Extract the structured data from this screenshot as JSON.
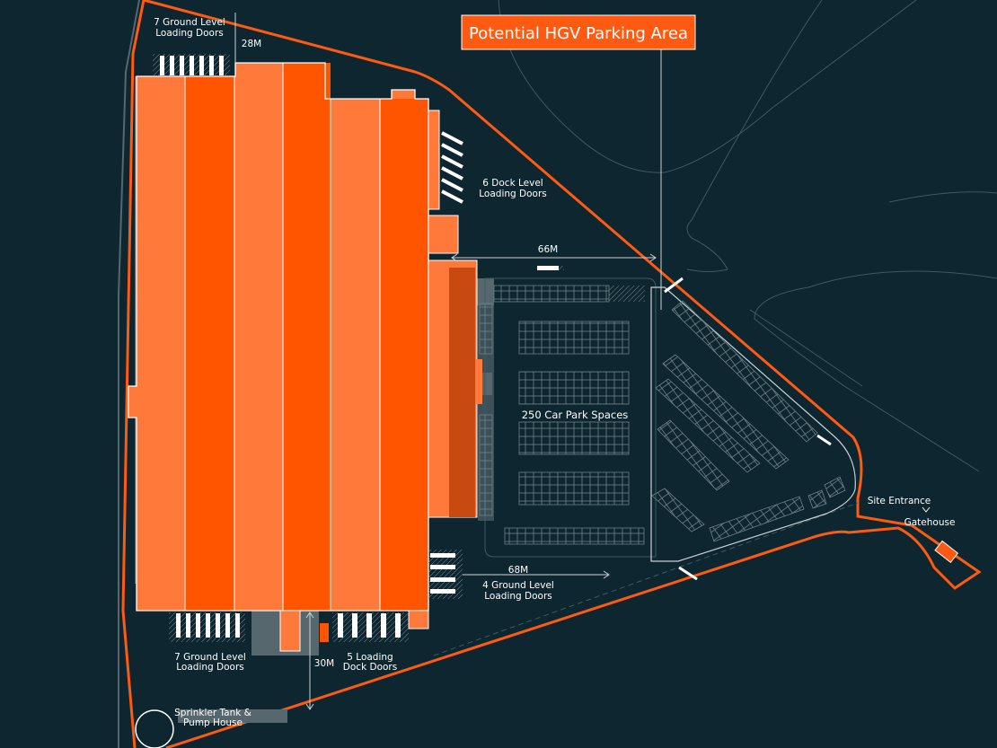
{
  "callout": {
    "title": "Potential HGV Parking Area"
  },
  "labels": {
    "top_doors": [
      "7 Ground Level",
      "Loading Doors"
    ],
    "dim_28": "28M",
    "dock_doors": [
      "6 Dock Level",
      "Loading Doors"
    ],
    "dim_66": "66M",
    "car_park": "250 Car Park Spaces",
    "dim_68": "68M",
    "ground_doors_4": [
      "4 Ground Level",
      "Loading Doors"
    ],
    "bottom_doors_7": [
      "7 Ground Level",
      "Loading Doors"
    ],
    "dim_30": "30M",
    "dock_doors_5": [
      "5 Loading",
      "Dock Doors"
    ],
    "sprinkler": [
      "Sprinkler Tank &",
      "Pump House"
    ],
    "site_entrance": "Site Entrance",
    "gatehouse": "Gatehouse"
  },
  "colors": {
    "background": "#0d2630",
    "orange_light": "#ff7a3a",
    "orange_dark": "#ff5500",
    "orange_shadow": "#c94a10",
    "boundary": "#ff5a12",
    "grey": "#56676d",
    "line": "#c9d2d6"
  }
}
